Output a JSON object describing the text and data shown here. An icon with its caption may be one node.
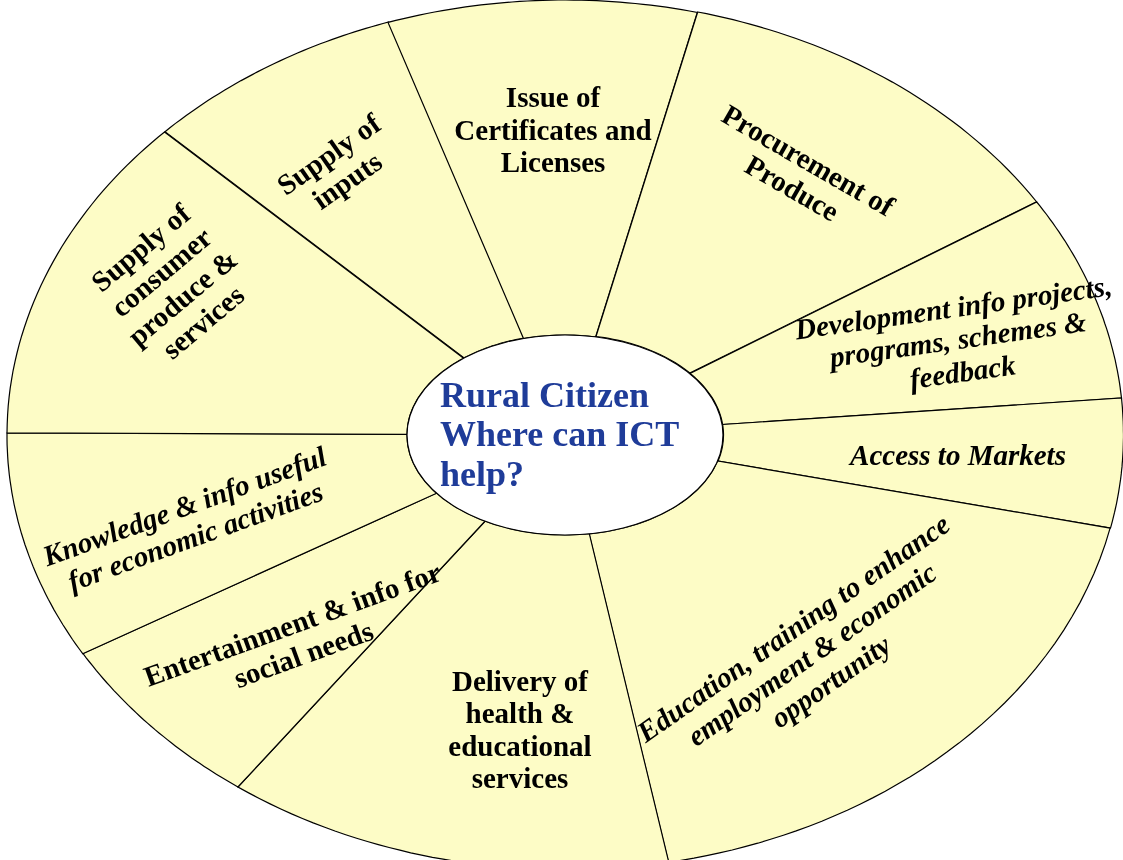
{
  "diagram": {
    "nodes": [
      {
        "text": [
          "Rural Citizen",
          "Where can ICT help?"
        ]
      },
      {
        "text": [
          "Supply of inputs"
        ]
      },
      {
        "text": [
          "Issue of Certificates and Licenses"
        ]
      },
      {
        "text": [
          "Procurement of Produce"
        ]
      },
      {
        "text": [
          "Development info projects, programs, schemes & feedback"
        ]
      },
      {
        "text": [
          "Access to Markets"
        ]
      },
      {
        "text": [
          "Education, training to enhance employment & economic opportunity"
        ]
      },
      {
        "text": [
          "Delivery of health & educational services"
        ]
      },
      {
        "text": [
          "Entertainment & info for social needs"
        ]
      },
      {
        "text": [
          "Knowledge & info useful for economic activities"
        ]
      },
      {
        "text": [
          "Supply of consumer produce & services"
        ]
      }
    ],
    "edges": []
  }
}
